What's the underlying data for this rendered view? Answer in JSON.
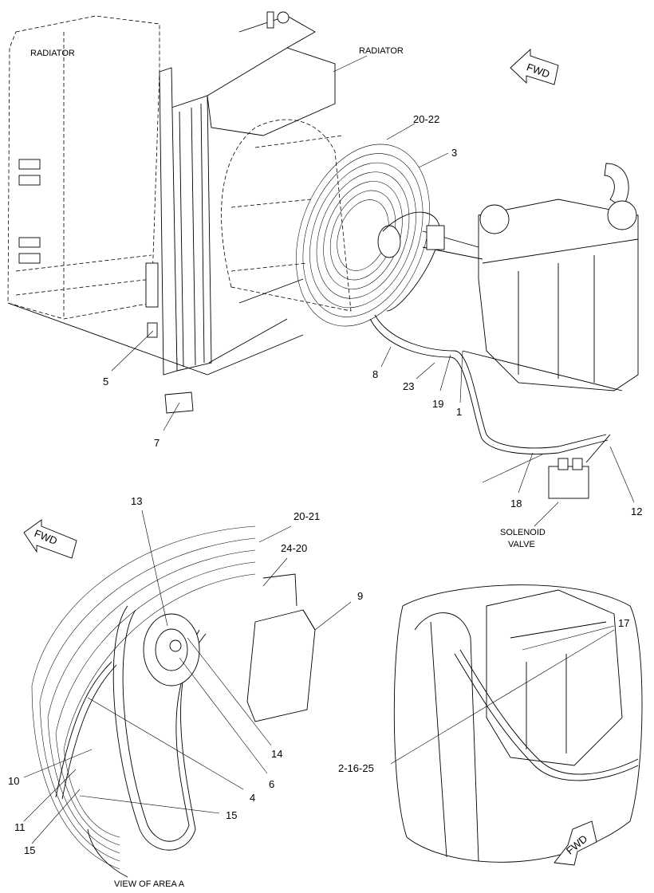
{
  "labels": {
    "radiator_left": "RADIATOR",
    "radiator_right": "RADIATOR",
    "fwd_top": "FWD",
    "fwd_left": "FWD",
    "fwd_bottom": "FWD",
    "p20_22": "20-22",
    "p3": "3",
    "p5": "5",
    "p7": "7",
    "p8": "8",
    "p23": "23",
    "p19": "19",
    "p1": "1",
    "p18": "18",
    "p12": "12",
    "solenoid_line1": "SOLENOID",
    "solenoid_line2": "VALVE",
    "p13": "13",
    "p20_21": "20-21",
    "p24_20": "24-20",
    "p9": "9",
    "p17": "17",
    "p14": "14",
    "p6": "6",
    "p4": "4",
    "p10": "10",
    "p11": "11",
    "p15a": "15",
    "p15b": "15",
    "p2_16_25": "2-16-25",
    "view_caption": "VIEW OF AREA A"
  }
}
